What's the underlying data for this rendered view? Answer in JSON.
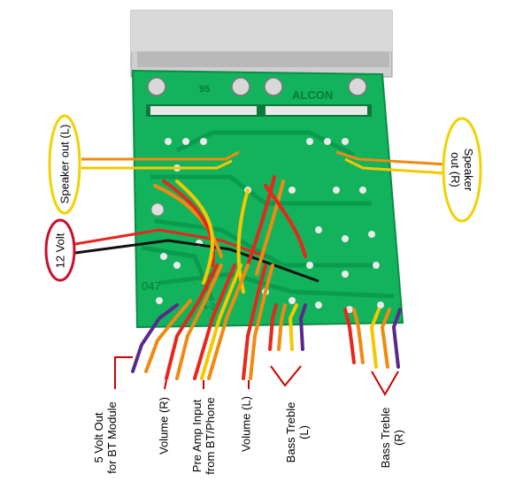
{
  "board_marks": {
    "brand": "ALCON",
    "num95": "95",
    "num047": "047",
    "part": "A-2"
  },
  "labels": {
    "speaker_left": "Speaker out (L)",
    "speaker_right_1": "Speaker",
    "speaker_right_2": "out (R)",
    "volt12": "12 Volt",
    "bt_out_1": "5 Volt Out",
    "bt_out_2": "for BT Module",
    "volume_r": "Volume (R)",
    "preamp_1": "Pre Amp Input",
    "preamp_2": "from BT/Phone",
    "volume_l": "Volume (L)",
    "bass_treble_l_1": "Bass Treble",
    "bass_treble_l_2": "(L)",
    "bass_treble_r_1": "Bass Treble",
    "bass_treble_r_2": "(R)"
  },
  "colors": {
    "pcb": "#10b05a",
    "pcb_dark": "#0a8a45",
    "heatsink": "#c8c8c8",
    "wire_red": "#e8261c",
    "wire_orange": "#f08a10",
    "wire_yellow": "#f5c800",
    "wire_purple": "#5a2a8a",
    "wire_black": "#111111",
    "ellipse_yellow": "#f2d200",
    "ellipse_red": "#c8102e",
    "callout_red": "#cc0000"
  }
}
